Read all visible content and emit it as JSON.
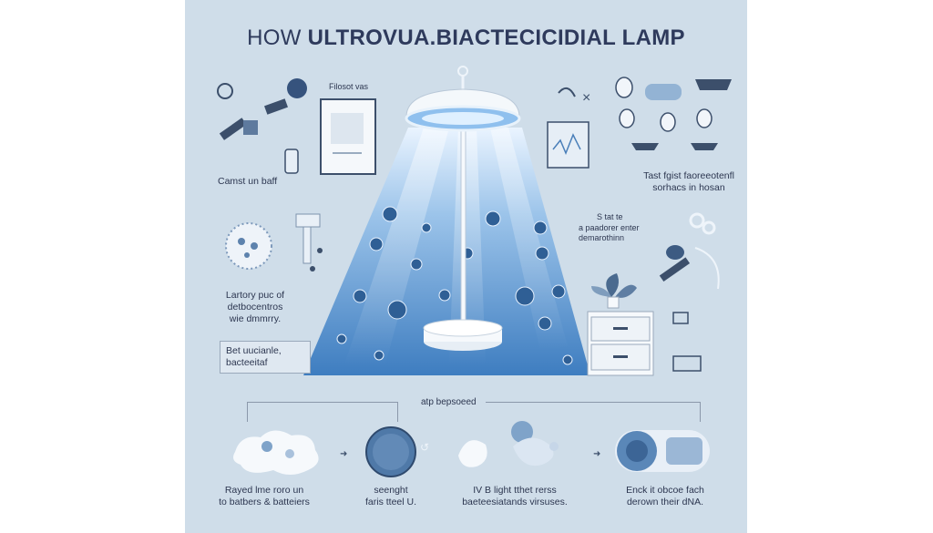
{
  "title": {
    "part1": "HOW ",
    "part2": "ULTROVUA.BIACTECICIDIAL LAMP"
  },
  "labels": {
    "filosot": "Filosot vas",
    "camst": "Camst un baff",
    "lartory": [
      "Lartory puc of",
      "detbocentros",
      "wie dmmrry."
    ],
    "bet": [
      "Bet uucianle,",
      "bacteeitaf"
    ],
    "tast": [
      "Tast fgist faoreeotenfl",
      "sorhacs in hosan"
    ],
    "state": "S tat te",
    "pandore": [
      "a paadorer enter",
      "demarothinn"
    ],
    "atp": "atp bepsoeed"
  },
  "bottom_captions": [
    [
      "Rayed lme roro un",
      "to batbers & batteiers"
    ],
    [
      "seenght",
      "faris tteel U."
    ],
    [
      "IV B light tthet rerss",
      "baeteesiatands virsuses."
    ],
    [
      "Enck it obcoe fach",
      "derown their dNA."
    ]
  ],
  "colors": {
    "panel": "#cfdde9",
    "beam": "#4a86c6",
    "title": "#2e3a5c",
    "lamp": "#f4f8fb"
  }
}
